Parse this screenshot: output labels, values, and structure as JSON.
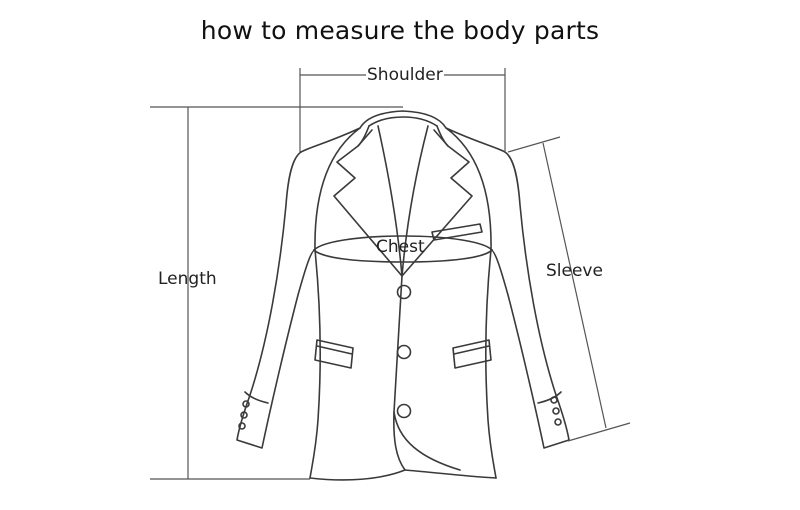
{
  "title": "how to measure the body parts",
  "measurements": {
    "shoulder": "Shoulder",
    "chest": "Chest",
    "length": "Length",
    "sleeve": "Sleeve"
  },
  "colors": {
    "line": "#3a3a3a",
    "text": "#222222",
    "background": "#ffffff"
  },
  "icons": [
    "jacket-illustration"
  ]
}
